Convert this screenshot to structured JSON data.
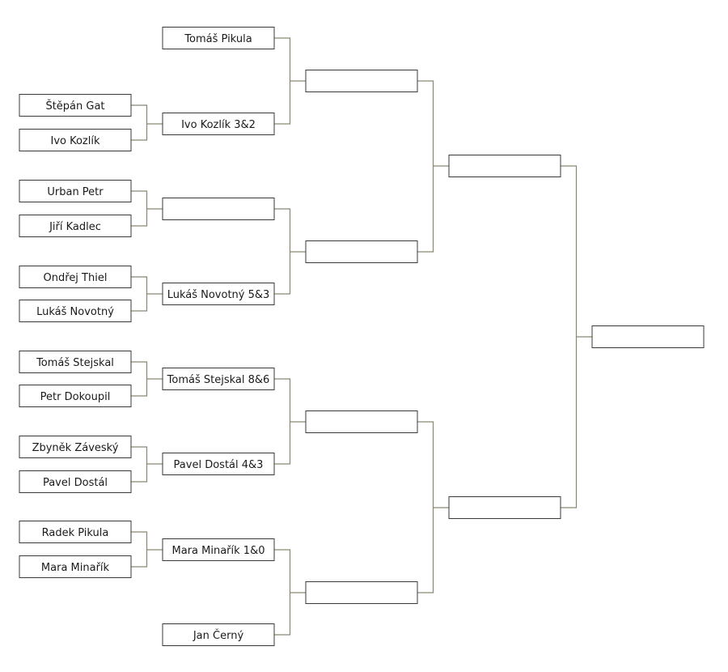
{
  "colors": {
    "box_border": "#3a3a3a",
    "connector": "#8a8670",
    "text": "#1a1a1a",
    "background": "#ffffff"
  },
  "round1": [
    "Štěpán Gat",
    "Ivo Kozlík",
    "Urban Petr",
    "Jiří Kadlec",
    "Ondřej Thiel",
    "Lukáš Novotný",
    "Tomáš Stejskal",
    "Petr Dokoupil",
    "Zbyněk Záveský",
    "Pavel Dostál",
    "Radek Pikula",
    "Mara Minařík"
  ],
  "round2": [
    "Tomáš Pikula",
    "Ivo Kozlík 3&2",
    "",
    "Lukáš Novotný 5&3",
    "Tomáš Stejskal 8&6",
    "Pavel Dostál 4&3",
    "Mara Minařík 1&0",
    "Jan Černý"
  ],
  "round3": [
    "",
    "",
    "",
    ""
  ],
  "round4": [
    "",
    ""
  ],
  "final": [
    ""
  ]
}
